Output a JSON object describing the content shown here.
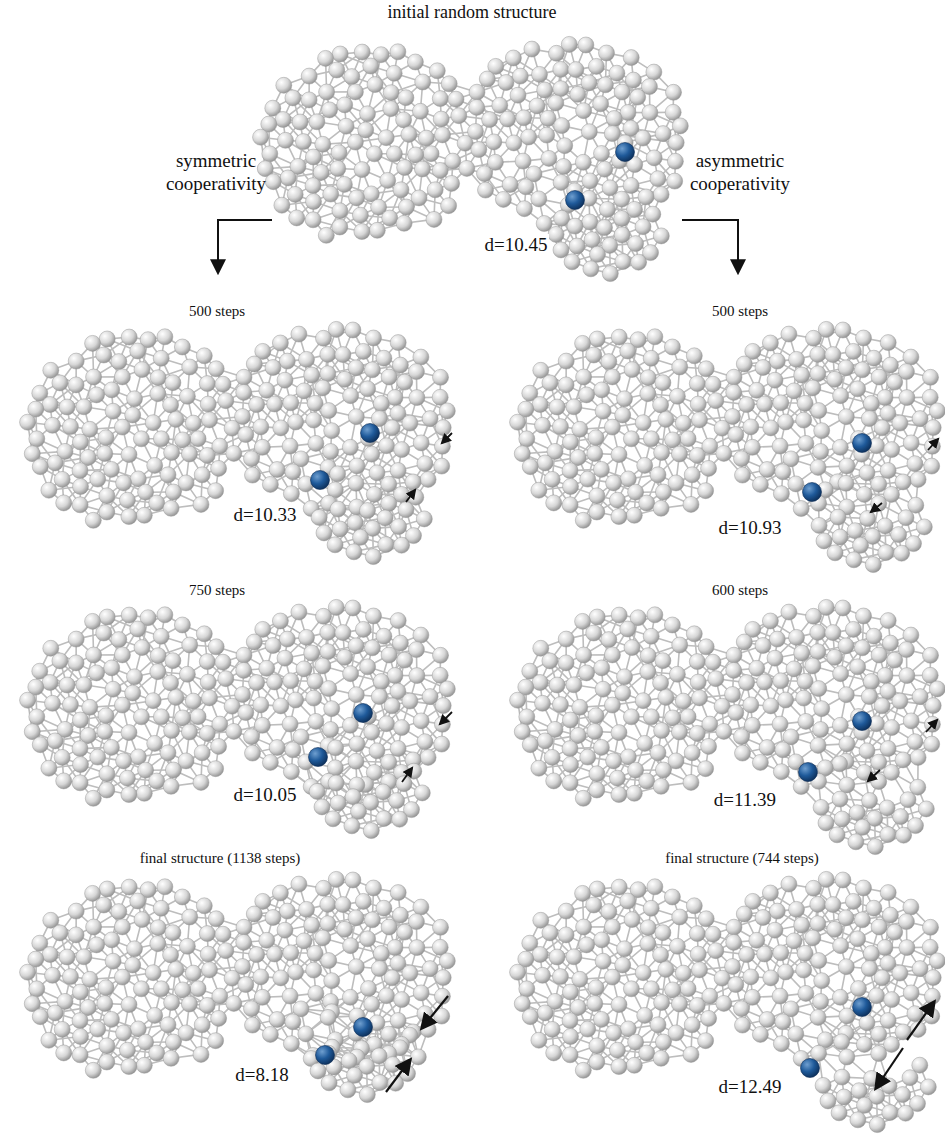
{
  "diagram": {
    "labels": [
      "initial random structure",
      "symmetric cooperativity",
      "asymmetric cooperativity",
      "d=10.45",
      "500 steps",
      "d=10.33",
      "500 steps",
      "d=10.93",
      "750 steps",
      "d=10.05",
      "600 steps",
      "d=11.39",
      "final structure (1138 steps)",
      "d=8.18",
      "final structure (744 steps)",
      "d=12.49"
    ]
  }
}
